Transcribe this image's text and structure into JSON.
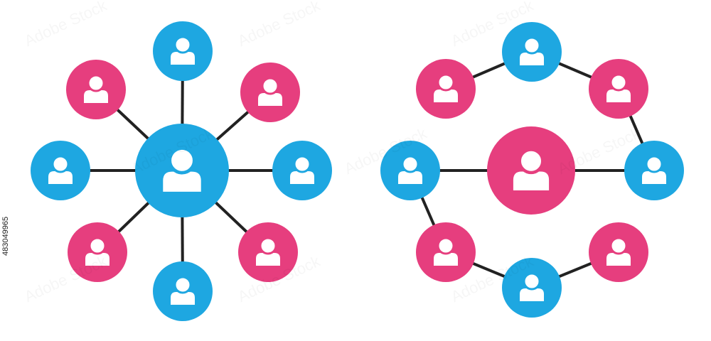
{
  "colors": {
    "blue": "#1ea7e1",
    "pink": "#e63e7e",
    "line": "#222222",
    "icon": "#ffffff"
  },
  "icon_name": "user-icon",
  "diagrams": [
    {
      "name": "star-network",
      "hub": {
        "color": "blue"
      },
      "nodes": [
        "blue",
        "pink",
        "blue",
        "pink",
        "blue",
        "pink",
        "blue",
        "pink"
      ],
      "links": "hub-to-each"
    },
    {
      "name": "ring-network",
      "hub": {
        "color": "pink"
      },
      "nodes": [
        "blue",
        "pink",
        "blue",
        "pink",
        "blue",
        "pink",
        "blue",
        "pink"
      ],
      "links": "ring-plus-hub-to-left-and-right"
    }
  ],
  "stock_id": "483049965",
  "watermark": "Adobe Stock"
}
